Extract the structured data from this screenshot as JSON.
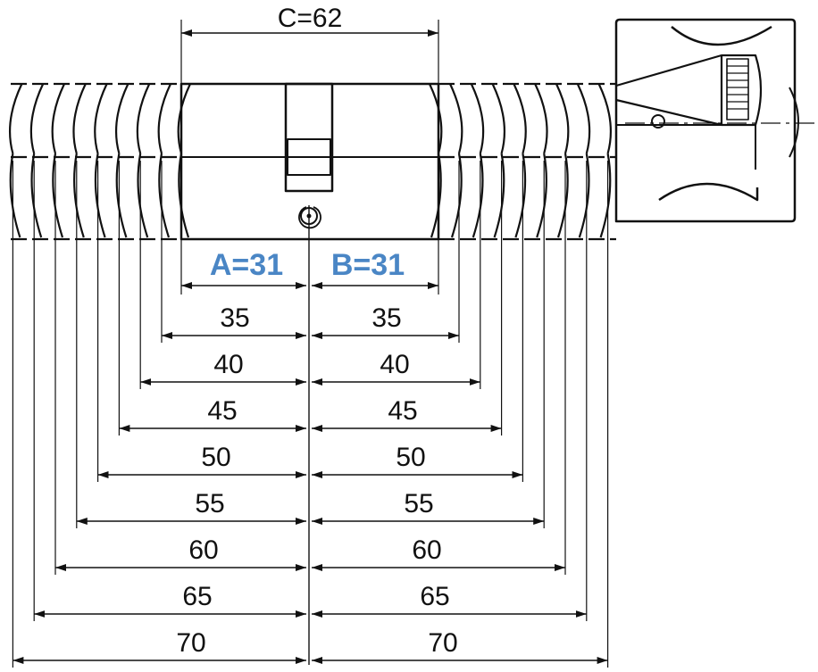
{
  "diagram": {
    "overall_label": "C=62",
    "side_a_label": "A=31",
    "side_b_label": "B=31",
    "lengths": [
      "35",
      "40",
      "45",
      "50",
      "55",
      "60",
      "65",
      "70"
    ],
    "colors": {
      "line": "#111111",
      "highlight": "#4a86c5",
      "background": "#ffffff"
    },
    "icons": {
      "center_mark": "centerline-symbol-icon",
      "knob": "thumb-turn-knob-icon"
    }
  }
}
